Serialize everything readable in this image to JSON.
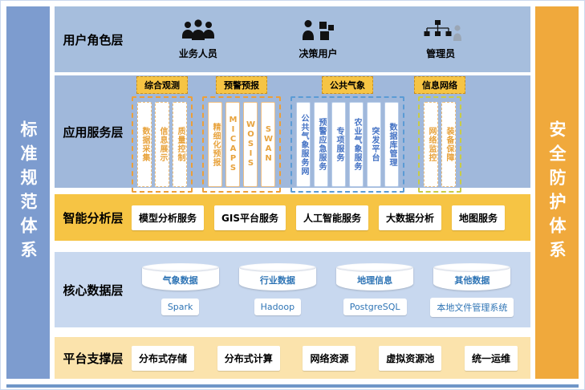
{
  "frame": {
    "left_bar": "标准规范体系",
    "right_bar": "安全防护体系"
  },
  "user_layer": {
    "title": "用户角色层",
    "roles": [
      {
        "label": "业务人员",
        "icon": "users-group-icon"
      },
      {
        "label": "决策用户",
        "icon": "decision-user-icon"
      },
      {
        "label": "管理员",
        "icon": "admin-orgchart-icon"
      }
    ]
  },
  "app_layer": {
    "title": "应用服务层",
    "groups": [
      {
        "header": "综合观测",
        "accent": "#ED9F38",
        "items": [
          "数据采集",
          "信息展示",
          "质量控制"
        ]
      },
      {
        "header": "预警预报",
        "accent": "#ED9F38",
        "items": [
          "精细化预报",
          "MICAPS",
          "WOSIS",
          "SWAN"
        ]
      },
      {
        "header": "公共气象",
        "accent": "#5B9BD5",
        "items": [
          "公共气象服务网",
          "预警应急服务",
          "专项服务",
          "农业气象服务",
          "突发平台",
          "数据库管理"
        ]
      },
      {
        "header": "信息网络",
        "accent": "#C9CC45",
        "items": [
          "网络监控",
          "装备保障"
        ]
      }
    ]
  },
  "analysis_layer": {
    "title": "智能分析层",
    "items": [
      "模型分析服务",
      "GIS平台服务",
      "人工智能服务",
      "大数据分析",
      "地图服务"
    ]
  },
  "data_layer": {
    "title": "核心数据层",
    "databases": [
      "气象数据",
      "行业数据",
      "地理信息",
      "其他数据"
    ],
    "systems": [
      "Spark",
      "Hadoop",
      "PostgreSQL",
      "本地文件管理系统"
    ]
  },
  "platform_layer": {
    "title": "平台支撑层",
    "items": [
      "分布式存储",
      "分布式计算",
      "网络资源",
      "虚拟资源池",
      "统一运维"
    ]
  },
  "colors": {
    "left_bar": "#7D9CCF",
    "right_bar": "#F0A93C",
    "user_layer_bg": "#A6BEDD",
    "app_layer_bg": "#A0B8DB",
    "analysis_layer_bg": "#F6C444",
    "data_layer_bg": "#C8D8EF",
    "platform_layer_bg": "#FBE3AC",
    "orange_accent": "#E8A33D",
    "blue_accent": "#4472C4",
    "green_accent": "#C9CC45",
    "header_gold": "#F6C444"
  }
}
